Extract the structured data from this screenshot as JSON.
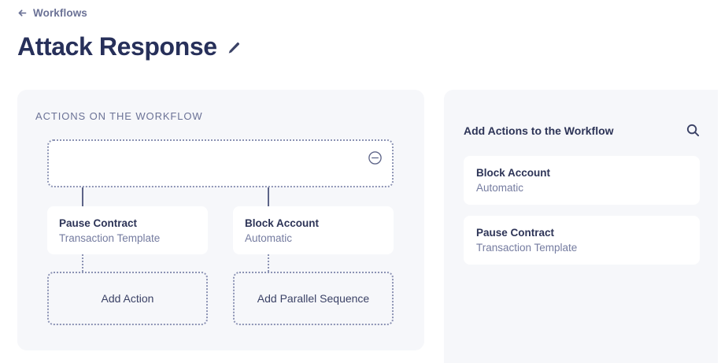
{
  "header": {
    "breadcrumb_label": "Workflows",
    "breadcrumb_icon": "arrow-left-icon",
    "title": "Attack Response",
    "edit_icon": "pencil-icon"
  },
  "left_panel": {
    "heading": "ACTIONS ON THE WORKFLOW",
    "root_node": {
      "label": "",
      "remove_icon": "minus-circle-icon"
    },
    "branches": [
      {
        "card": {
          "title": "Pause Contract",
          "subtitle": "Transaction Template"
        },
        "add_button": "Add Action"
      },
      {
        "card": {
          "title": "Block Account",
          "subtitle": "Automatic"
        },
        "add_button": "Add Parallel Sequence"
      }
    ]
  },
  "right_panel": {
    "title": "Add Actions to the Workflow",
    "search_icon": "search-icon",
    "actions": [
      {
        "title": "Block Account",
        "subtitle": "Automatic"
      },
      {
        "title": "Pause Contract",
        "subtitle": "Transaction Template"
      }
    ]
  },
  "colors": {
    "panel_bg": "#f6f7fa",
    "text_dark": "#2d3457",
    "text_muted": "#757ca0",
    "border_dotted": "#8c93b4",
    "title": "#27305a"
  }
}
